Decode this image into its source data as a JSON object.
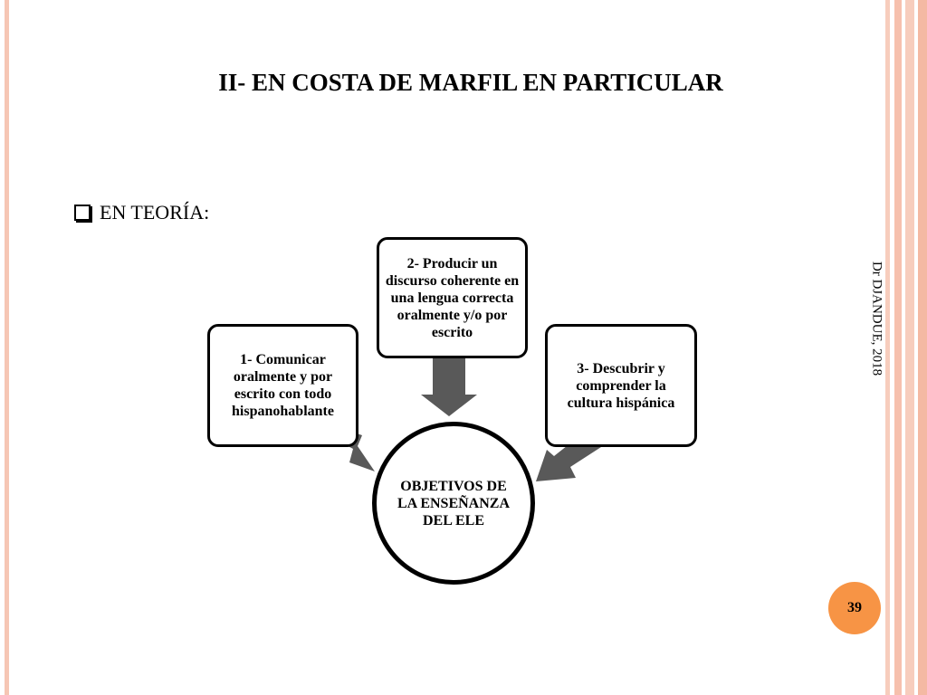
{
  "slide": {
    "title": "II- EN COSTA DE MARFIL EN PARTICULAR",
    "bullet": "EN TEORÍA:",
    "side_text": "Dr DJANDUE, 2018",
    "page_number": "39"
  },
  "diagram": {
    "objective_1": "1- Comunicar oralmente y por escrito con todo hispanohablante",
    "objective_2": "2- Producir un discurso coherente en una lengua correcta oralmente y/o por escrito",
    "objective_3": "3- Descubrir y comprender la cultura hispánica",
    "center": "OBJETIVOS DE LA ENSEÑANZA DEL ELE"
  },
  "colors": {
    "accent_orange": "#f79445",
    "stripe_peach": "#f6c6b4",
    "arrow_gray": "#595959"
  }
}
